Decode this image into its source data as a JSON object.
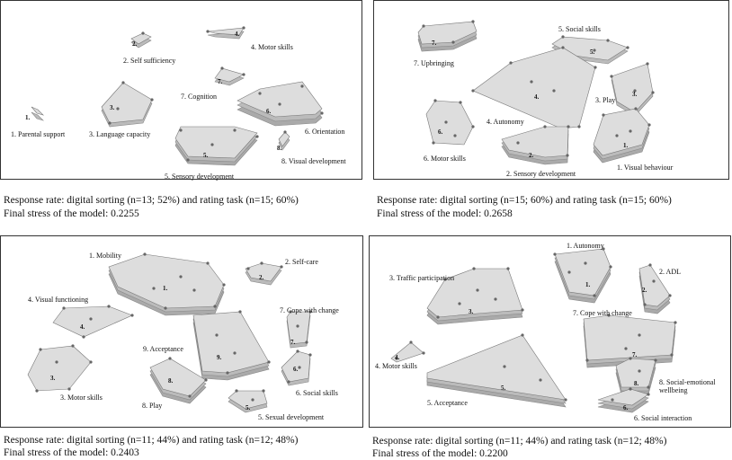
{
  "panels": [
    {
      "clusters": [
        {
          "label": "1. Parental support",
          "num": "1."
        },
        {
          "label": "2. Self sufficiency",
          "num": "2."
        },
        {
          "label": "3. Language capacity",
          "num": "3."
        },
        {
          "label": "4. Motor skills",
          "num": "4."
        },
        {
          "label": "5. Sensory development",
          "num": "5."
        },
        {
          "label": "6. Orientation",
          "num": "6."
        },
        {
          "label": "7. Cognition",
          "num": "7."
        },
        {
          "label": "8. Visual development",
          "num": "8."
        }
      ],
      "response": "Response rate: digital sorting (n=13; 52%) and rating task (n=15; 60%)",
      "stress": "Final stress of the model: 0.2255"
    },
    {
      "clusters": [
        {
          "label": "1. Visual behaviour",
          "num": "1."
        },
        {
          "label": "2. Sensory development",
          "num": "2."
        },
        {
          "label": "3. Play",
          "num": "3."
        },
        {
          "label": "4. Autonomy",
          "num": "4."
        },
        {
          "label": "5. Social skills",
          "num": "5."
        },
        {
          "label": "6. Motor skills",
          "num": "6."
        },
        {
          "label": "7. Upbringing",
          "num": "7."
        }
      ],
      "response": "Response rate: digital sorting (n=15; 60%) and rating task (n=15; 60%)",
      "stress": "Final stress of the model: 0.2658"
    },
    {
      "clusters": [
        {
          "label": "1. Mobility",
          "num": "1."
        },
        {
          "label": "2. Self-care",
          "num": "2."
        },
        {
          "label": "3. Motor skills",
          "num": "3."
        },
        {
          "label": "4. Visual functioning",
          "num": "4."
        },
        {
          "label": "5. Sexual development",
          "num": "5."
        },
        {
          "label": "6. Social skills",
          "num": "6."
        },
        {
          "label": "7. Cope with change",
          "num": "7."
        },
        {
          "label": "8. Play",
          "num": "8."
        },
        {
          "label": "9. Acceptance",
          "num": "9."
        }
      ],
      "response": "Response rate: digital sorting (n=11; 44%) and rating task (n=12; 48%)",
      "stress": "Final stress of the model: 0.2403"
    },
    {
      "clusters": [
        {
          "label": "1. Autonomy",
          "num": "1."
        },
        {
          "label": "2. ADL",
          "num": "2."
        },
        {
          "label": "3. Traffic participation",
          "num": "3."
        },
        {
          "label": "4. Motor skills",
          "num": "4."
        },
        {
          "label": "5. Acceptance",
          "num": "5."
        },
        {
          "label": "6. Social interaction",
          "num": "6."
        },
        {
          "label": "7. Cope with change",
          "num": "7."
        },
        {
          "label": "8. Social-emotional wellbeing",
          "num": "8."
        }
      ],
      "response": "Response rate: digital sorting (n=11; 44%) and rating task (n=12; 48%)",
      "stress": "Final stress of the model: 0.2200"
    }
  ]
}
